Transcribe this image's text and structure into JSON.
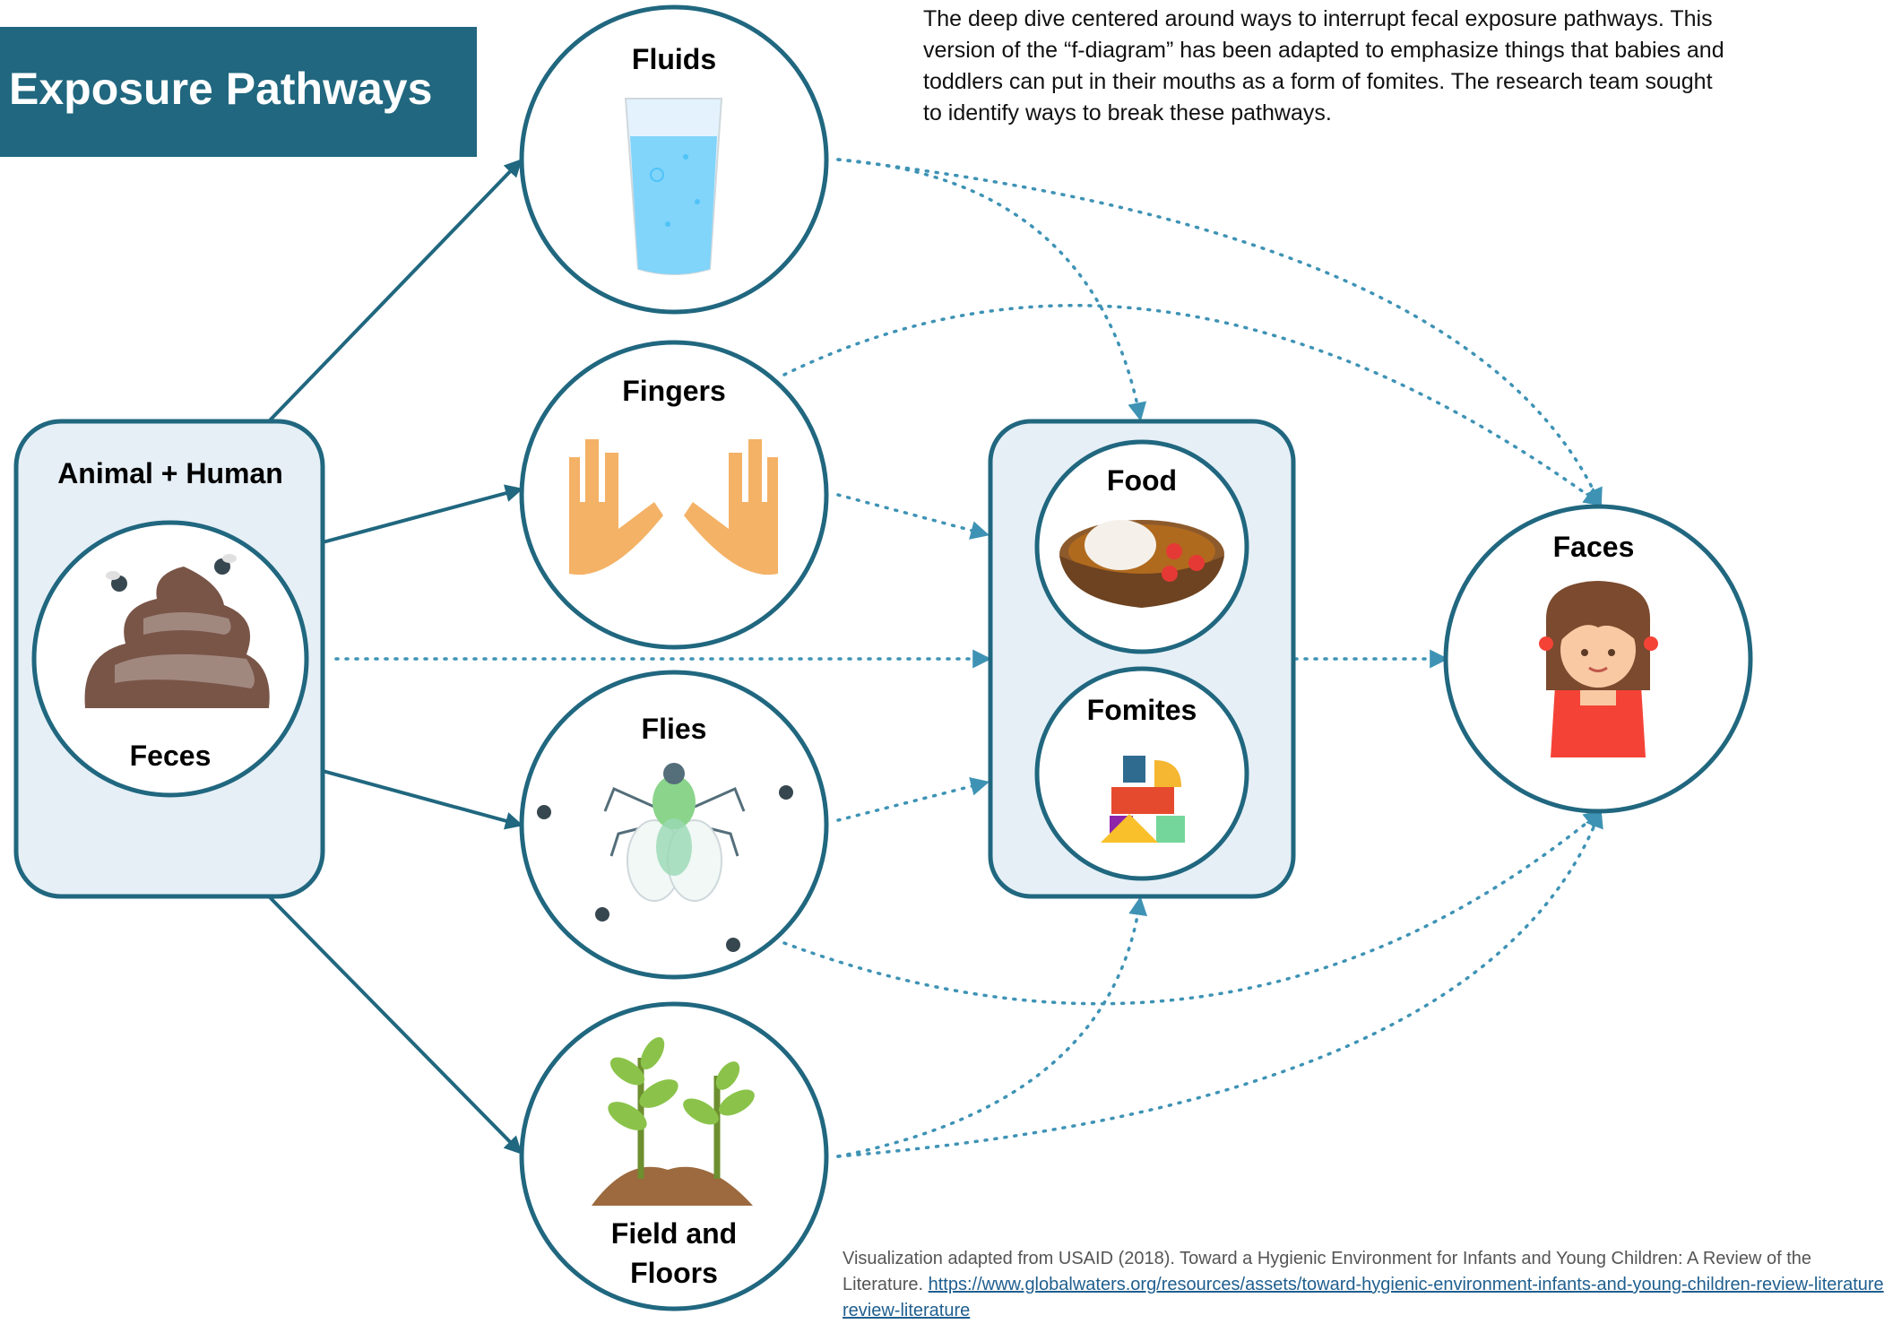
{
  "title": "Exposure Pathways",
  "description": "The deep dive centered around ways to interrupt fecal exposure pathways. This version of the “f-diagram” has been adapted to emphasize things that babies and toddlers can put in their mouths as a form of fomites. The research team sought to identify ways to break these pathways.",
  "source": {
    "line1": "Visualization adapted from USAID (2018). Toward a Hygienic Environment for Infants and Young Children: A Review of the",
    "line2_prefix": "Literature.",
    "link": "https://www.globalwaters.org/resources/assets/toward-hygienic-environment-infants-and-young-children-review-literature",
    "line3": "review-literature"
  },
  "nodes": {
    "source_box": "Animal + Human",
    "feces": "Feces",
    "fluids": "Fluids",
    "fingers": "Fingers",
    "flies": "Flies",
    "fields": "Field and",
    "floors": "Floors",
    "food": "Food",
    "fomites": "Fomites",
    "faces": "Faces"
  },
  "icons": [
    "poop-icon",
    "water-glass-icon",
    "raised-hands-icon",
    "fly-icon",
    "seedling-icon",
    "food-bowl-icon",
    "toy-blocks-icon",
    "girl-face-icon"
  ],
  "colors": {
    "primary": "#20677f",
    "box_fill": "#e6eff6",
    "dotted": "#3e93b5",
    "arrow_solid": "#20677f"
  }
}
